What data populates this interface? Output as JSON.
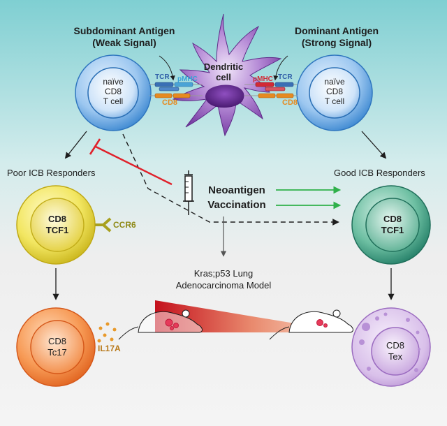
{
  "left_antigen": {
    "line1": "Subdominant Antigen",
    "line2": "(Weak Signal)"
  },
  "right_antigen": {
    "line1": "Dominant Antigen",
    "line2": "(Strong Signal)"
  },
  "dendritic": {
    "line1": "Dendritic",
    "line2": "cell"
  },
  "naive_left": {
    "line1": "naïve",
    "line2": "CD8",
    "line3": "T cell"
  },
  "naive_right": {
    "line1": "naïve",
    "line2": "CD8",
    "line3": "T cell"
  },
  "synapse_left": {
    "tcr": "TCR",
    "pmhc": "pMHC",
    "cd8": "CD8"
  },
  "synapse_right": {
    "pmhc": "pMHC",
    "tcr": "TCR",
    "cd8": "CD8"
  },
  "poor": "Poor ICB Responders",
  "good": "Good ICB Responders",
  "vaccination": {
    "line1": "Neoantigen",
    "line2": "Vaccination"
  },
  "yellow_cell": {
    "line1": "CD8",
    "line2": "TCF1"
  },
  "ccr6": "CCR6",
  "green_cell": {
    "line1": "CD8",
    "line2": "TCF1"
  },
  "model": {
    "line1": "Kras;p53 Lung",
    "line2": "Adenocarcinoma Model"
  },
  "tc17_cell": {
    "line1": "CD8",
    "line2": "Tc17"
  },
  "il17a": "IL17A",
  "tex_cell": {
    "line1": "CD8",
    "line2": "Tex"
  },
  "colors": {
    "bg_top": "#7fcfd2",
    "bg_bottom": "#f3f3f3",
    "naive": "#3f8fd6",
    "yellow": "#e6d53a",
    "green": "#2f9c80",
    "orange": "#f07a30",
    "tex": "#b58ad0",
    "dendritic": "#7a3fa5",
    "tcr": "#3a6fb5",
    "pmhc_left": "#4aa3d6",
    "pmhc_right": "#d22a35",
    "cd8": "#e68a20",
    "ccr6": "#a8a01e",
    "il17a": "#b8791a",
    "inhibit": "#e0202a",
    "vacc_arrow": "#2fb04a"
  }
}
